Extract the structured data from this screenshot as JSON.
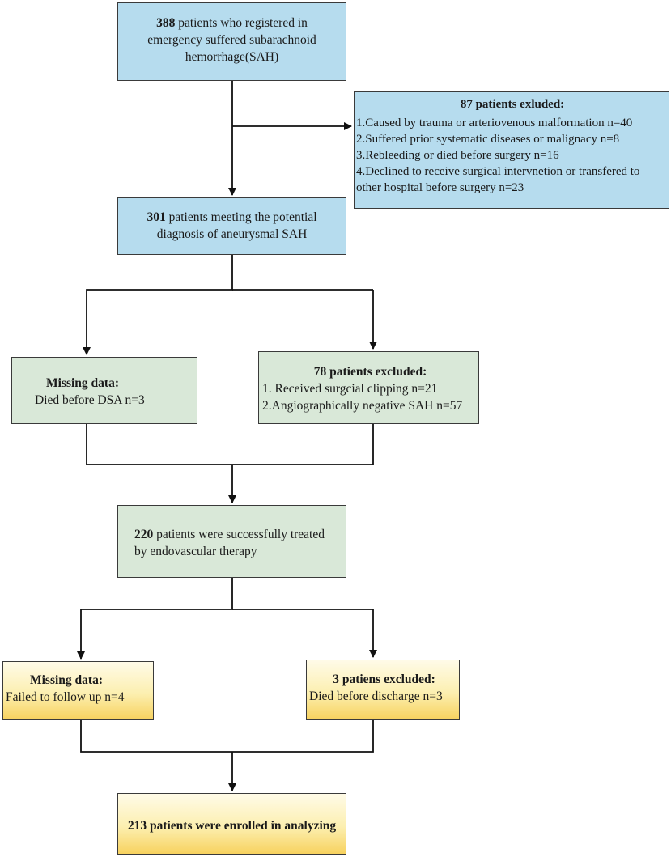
{
  "box1": {
    "num": "388",
    "line1": " patients who registered in",
    "line2": "emergency suffered subarachnoid",
    "line3": "hemorrhage(SAH)",
    "fill": "#b6dcee"
  },
  "excl1": {
    "title": "87 patients exluded:",
    "items": [
      "1.Caused by trauma or arteriovenous malformation n=40",
      "2.Suffered prior systematic diseases or malignacy n=8",
      "3.Rebleeding or died before surgery n=16",
      "4.Declined to receive surgical intervnetion or transfered to",
      "other hospital before surgery n=23"
    ]
  },
  "box2": {
    "num": "301",
    "line1": " patients meeting the potential",
    "line2": "diagnosis of aneurysmal SAH"
  },
  "missing1": {
    "title": "Missing data:",
    "text": "Died before DSA n=3",
    "fill": "#d9e8d8"
  },
  "excl2": {
    "title": "78 patients excluded:",
    "items": [
      "1. Received surgcial clipping n=21",
      "2.Angiographically negative SAH n=57"
    ]
  },
  "box3": {
    "num": "220",
    "line1": " patients were successfully treated",
    "line2": "by endovascular therapy"
  },
  "missing2": {
    "title": "Missing data:",
    "text": "Failed to follow up n=4"
  },
  "excl3": {
    "title": "3 patiens excluded:",
    "text": "Died before discharge  n=3",
    "fill_bottom": "#f7d25f"
  },
  "final": {
    "text": "213 patients were enrolled in analyzing"
  }
}
